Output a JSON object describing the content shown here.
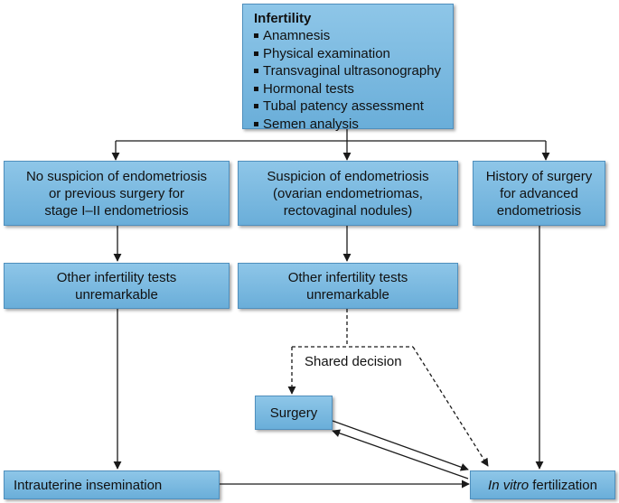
{
  "nodes": {
    "infertility": {
      "title": "Infertility",
      "items": [
        "Anamnesis",
        "Physical examination",
        "Transvaginal ultrasonography",
        "Hormonal tests",
        "Tubal patency assessment",
        "Semen analysis"
      ]
    },
    "no_suspicion": "No suspicion of endometriosis\nor previous surgery for\nstage I–II endometriosis",
    "suspicion": "Suspicion of endometriosis\n(ovarian endometriomas,\nrectovaginal nodules)",
    "history": "History of surgery\nfor advanced\nendometriosis",
    "tests_left": "Other infertility tests\nunremarkable",
    "tests_mid": "Other infertility tests\nunremarkable",
    "surgery": "Surgery",
    "iui": "Intrauterine insemination",
    "ivf": {
      "italic": "In vitro",
      "rest": " fertilization"
    }
  },
  "edge_labels": {
    "shared_decision": "Shared decision"
  },
  "colors": {
    "box_fill": "#7ab8e0",
    "box_border": "#4f8fbd",
    "line": "#1a1a1a"
  }
}
